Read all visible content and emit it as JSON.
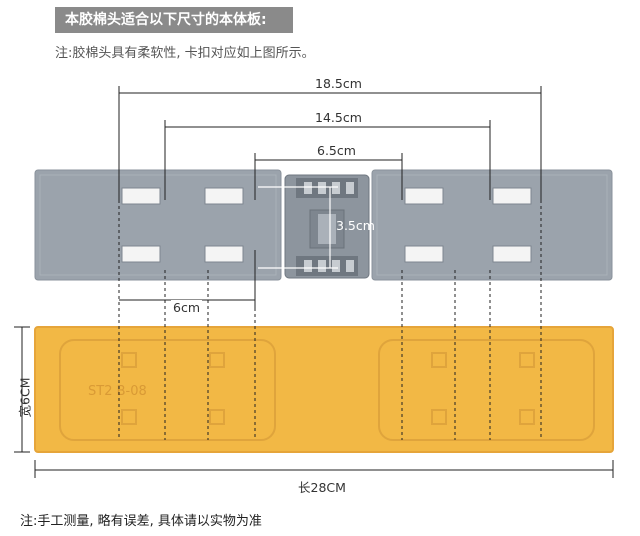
{
  "header": {
    "title": "本胶棉头适合以下尺寸的本体板:",
    "note": "注:胶棉头具有柔软性, 卡扣对应如上图所示。"
  },
  "dimensions": {
    "d1": "18.5cm",
    "d2": "14.5cm",
    "d3": "6.5cm",
    "d4": "3.5cm",
    "d5": "6cm",
    "width": "宽6CM",
    "length": "长28CM"
  },
  "sponge": {
    "embossed_text": "ST2 B-08"
  },
  "footer": {
    "note": "注:手工测量, 略有误差, 具体请以实物为准"
  },
  "colors": {
    "plate": "#9ba3ac",
    "plate_dark": "#7e868f",
    "sponge": "#f2b845",
    "sponge_edge": "#e6a53a",
    "header_bg": "#8a8a8a"
  }
}
